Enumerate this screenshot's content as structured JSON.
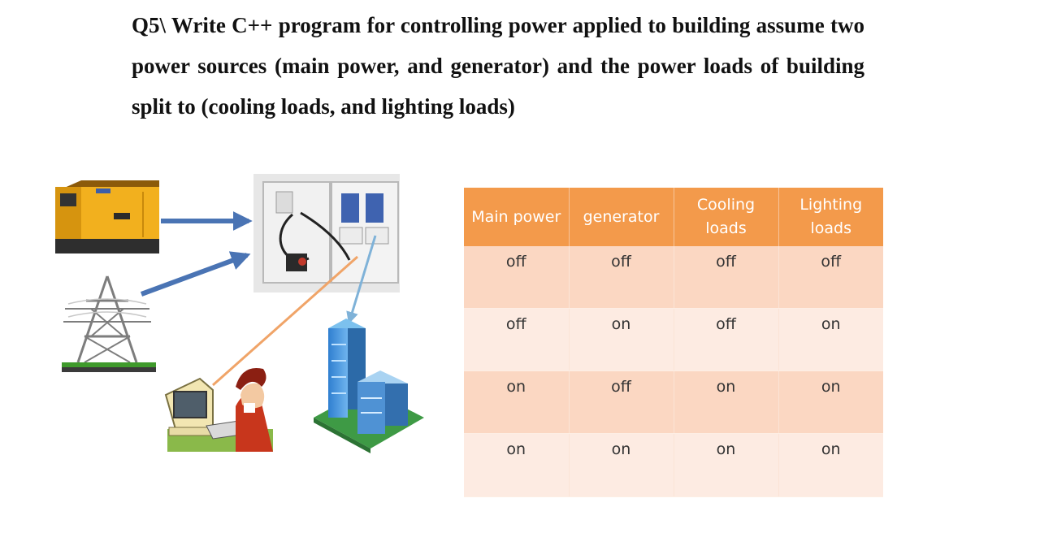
{
  "question": {
    "text": "Q5\\ Write C++ program for controlling power applied to building assume two power sources (main power, and generator) and the power loads of building split to (cooling loads, and lighting loads)"
  },
  "table": {
    "headers": [
      "Main power",
      "generator",
      "Cooling loads",
      "Lighting loads"
    ],
    "rows": [
      [
        "off",
        "off",
        "off",
        "off"
      ],
      [
        "off",
        "on",
        "off",
        "on"
      ],
      [
        "on",
        "off",
        "on",
        "on"
      ],
      [
        "on",
        "on",
        "on",
        "on"
      ]
    ]
  },
  "illustration": {
    "icons": [
      "generator-icon",
      "transmission-tower-icon",
      "control-panel-icon",
      "computer-operator-icon",
      "office-building-icon"
    ],
    "colors": {
      "header": "#f39a4b",
      "row_odd": "#fbd7c2",
      "row_even": "#fdebe2",
      "arrow_blue": "#4a74b4",
      "arrow_orange": "#f0a468",
      "arrow_light_blue": "#7fb2d8"
    }
  }
}
